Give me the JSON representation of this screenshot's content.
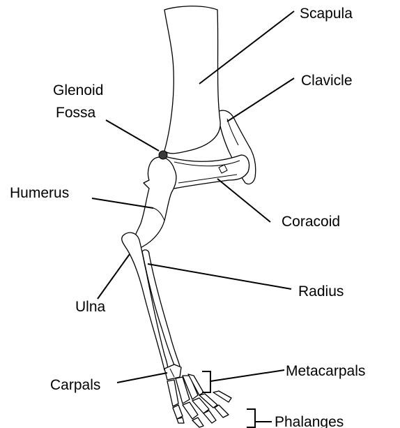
{
  "labels": {
    "scapula": "Scapula",
    "clavicle": "Clavicle",
    "glenoid_line1": "Glenoid",
    "glenoid_line2": "Fossa",
    "humerus": "Humerus",
    "coracoid": "Coracoid",
    "radius": "Radius",
    "ulna": "Ulna",
    "carpals": "Carpals",
    "metacarpals": "Metacarpals",
    "phalanges": "Phalanges"
  },
  "colors": {
    "bone_fill": "#ffffff",
    "outline": "#000000",
    "glenoid_fossa": "#3a3a3a"
  }
}
